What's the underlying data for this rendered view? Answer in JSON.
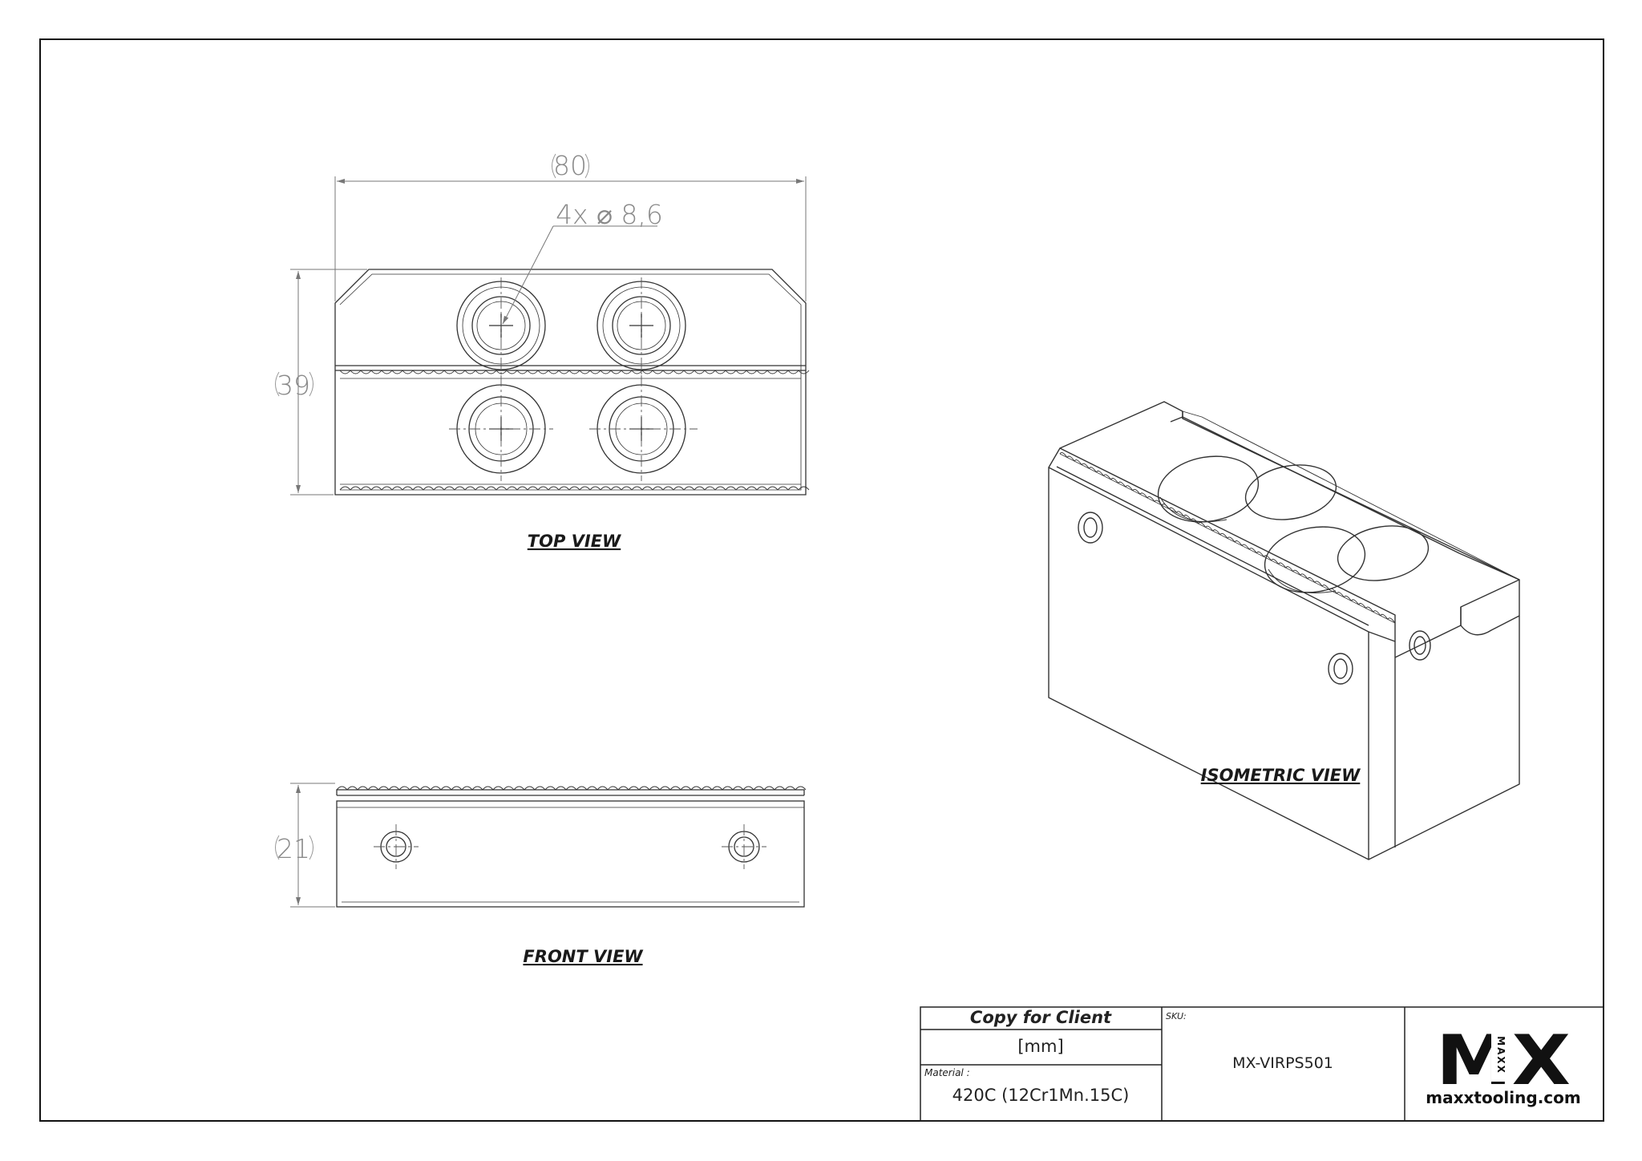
{
  "dimensions": {
    "width": "80",
    "hole_callout": "4x ⌀ 8,6",
    "height_top": "39",
    "height_front": "21"
  },
  "views": {
    "top": "TOP VIEW",
    "front": "FRONT VIEW",
    "isometric": "ISOMETRIC VIEW"
  },
  "title_block": {
    "copy_label": "Copy for Client",
    "units": "[mm]",
    "material_label": "Material :",
    "material": "420C (12Cr1Mn.15C)",
    "sku_label": "SKU:",
    "sku": "MX-VIRPS501",
    "logo_text": "MX",
    "logo_sub": "MAXX",
    "website": "maxxtooling.com"
  }
}
